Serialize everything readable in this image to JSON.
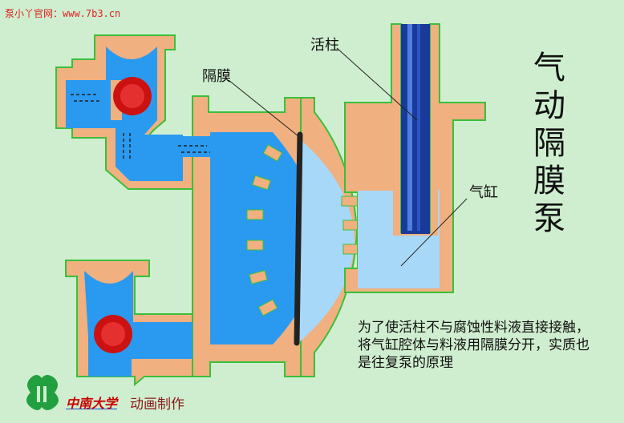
{
  "site": "泵小丫官网：www.7b3.cn",
  "title": "气动隔膜泵",
  "labels": {
    "piston": "活柱",
    "diaphragm": "隔膜",
    "cylinder": "气缸"
  },
  "caption": "为了使活柱不与腐蚀性料液直接接触，将气缸腔体与料液用隔膜分开，实质也是往复泵的原理",
  "credits": {
    "school": "中南大学",
    "made": "动画制作"
  },
  "colors": {
    "background": "#cfeecf",
    "casing": "#f0b080",
    "casing_edge": "#3bbf3b",
    "liquid": "#2a9af0",
    "cylinder_liquid": "#a8d8f8",
    "ball": "#cc1111",
    "piston": "#1a3a9a"
  }
}
